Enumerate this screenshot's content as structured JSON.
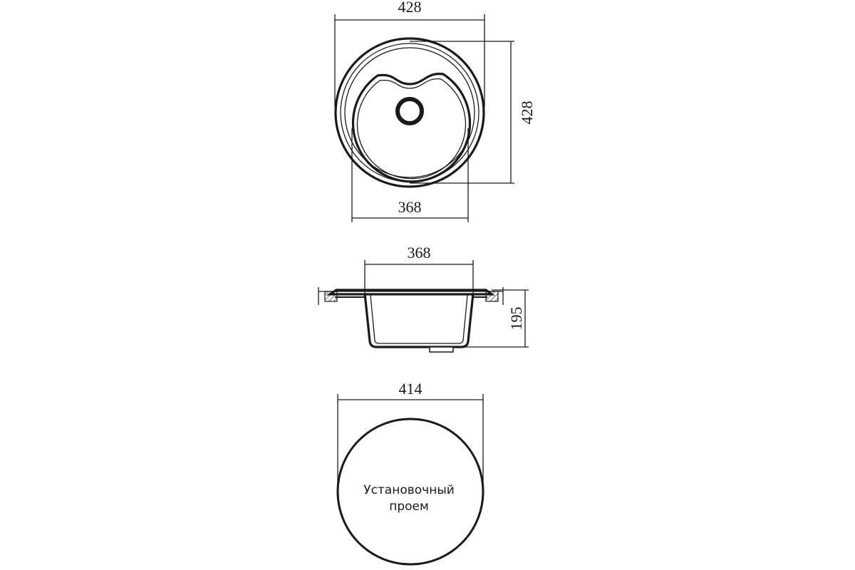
{
  "top_view": {
    "width_label": "428",
    "height_label": "428",
    "bowl_width_label": "368"
  },
  "side_view": {
    "width_label": "368",
    "depth_label": "195"
  },
  "cutout_view": {
    "diameter_label": "414",
    "caption_line1": "Установочный",
    "caption_line2": "проем"
  }
}
